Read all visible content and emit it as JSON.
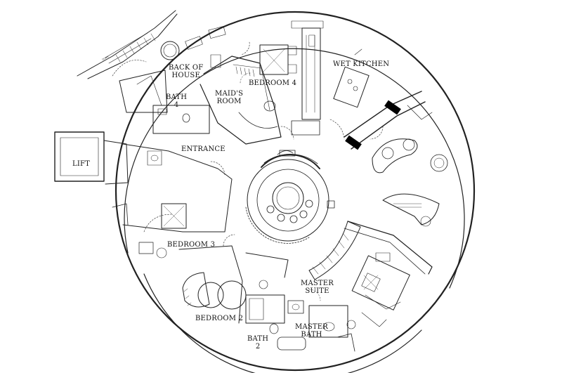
{
  "rooms": {
    "back_of_house": "BACK OF\nHOUSE",
    "maids_room": "MAID'S\nROOM",
    "bedroom4": "BEDROOM 4",
    "wet_kitchen": "WET KITCHEN",
    "bath4": "BATH\n4",
    "entrance": "ENTRANCE",
    "lift": "LIFT",
    "bedroom3": "BEDROOM 3",
    "bedroom2": "BEDROOM 2",
    "master_suite": "MASTER\nSUITE",
    "master_bath": "MASTER\nBATH",
    "bath2": "BATH\n2"
  },
  "colors": {
    "line": "#222222",
    "accent": "#000000",
    "background": "#ffffff"
  }
}
